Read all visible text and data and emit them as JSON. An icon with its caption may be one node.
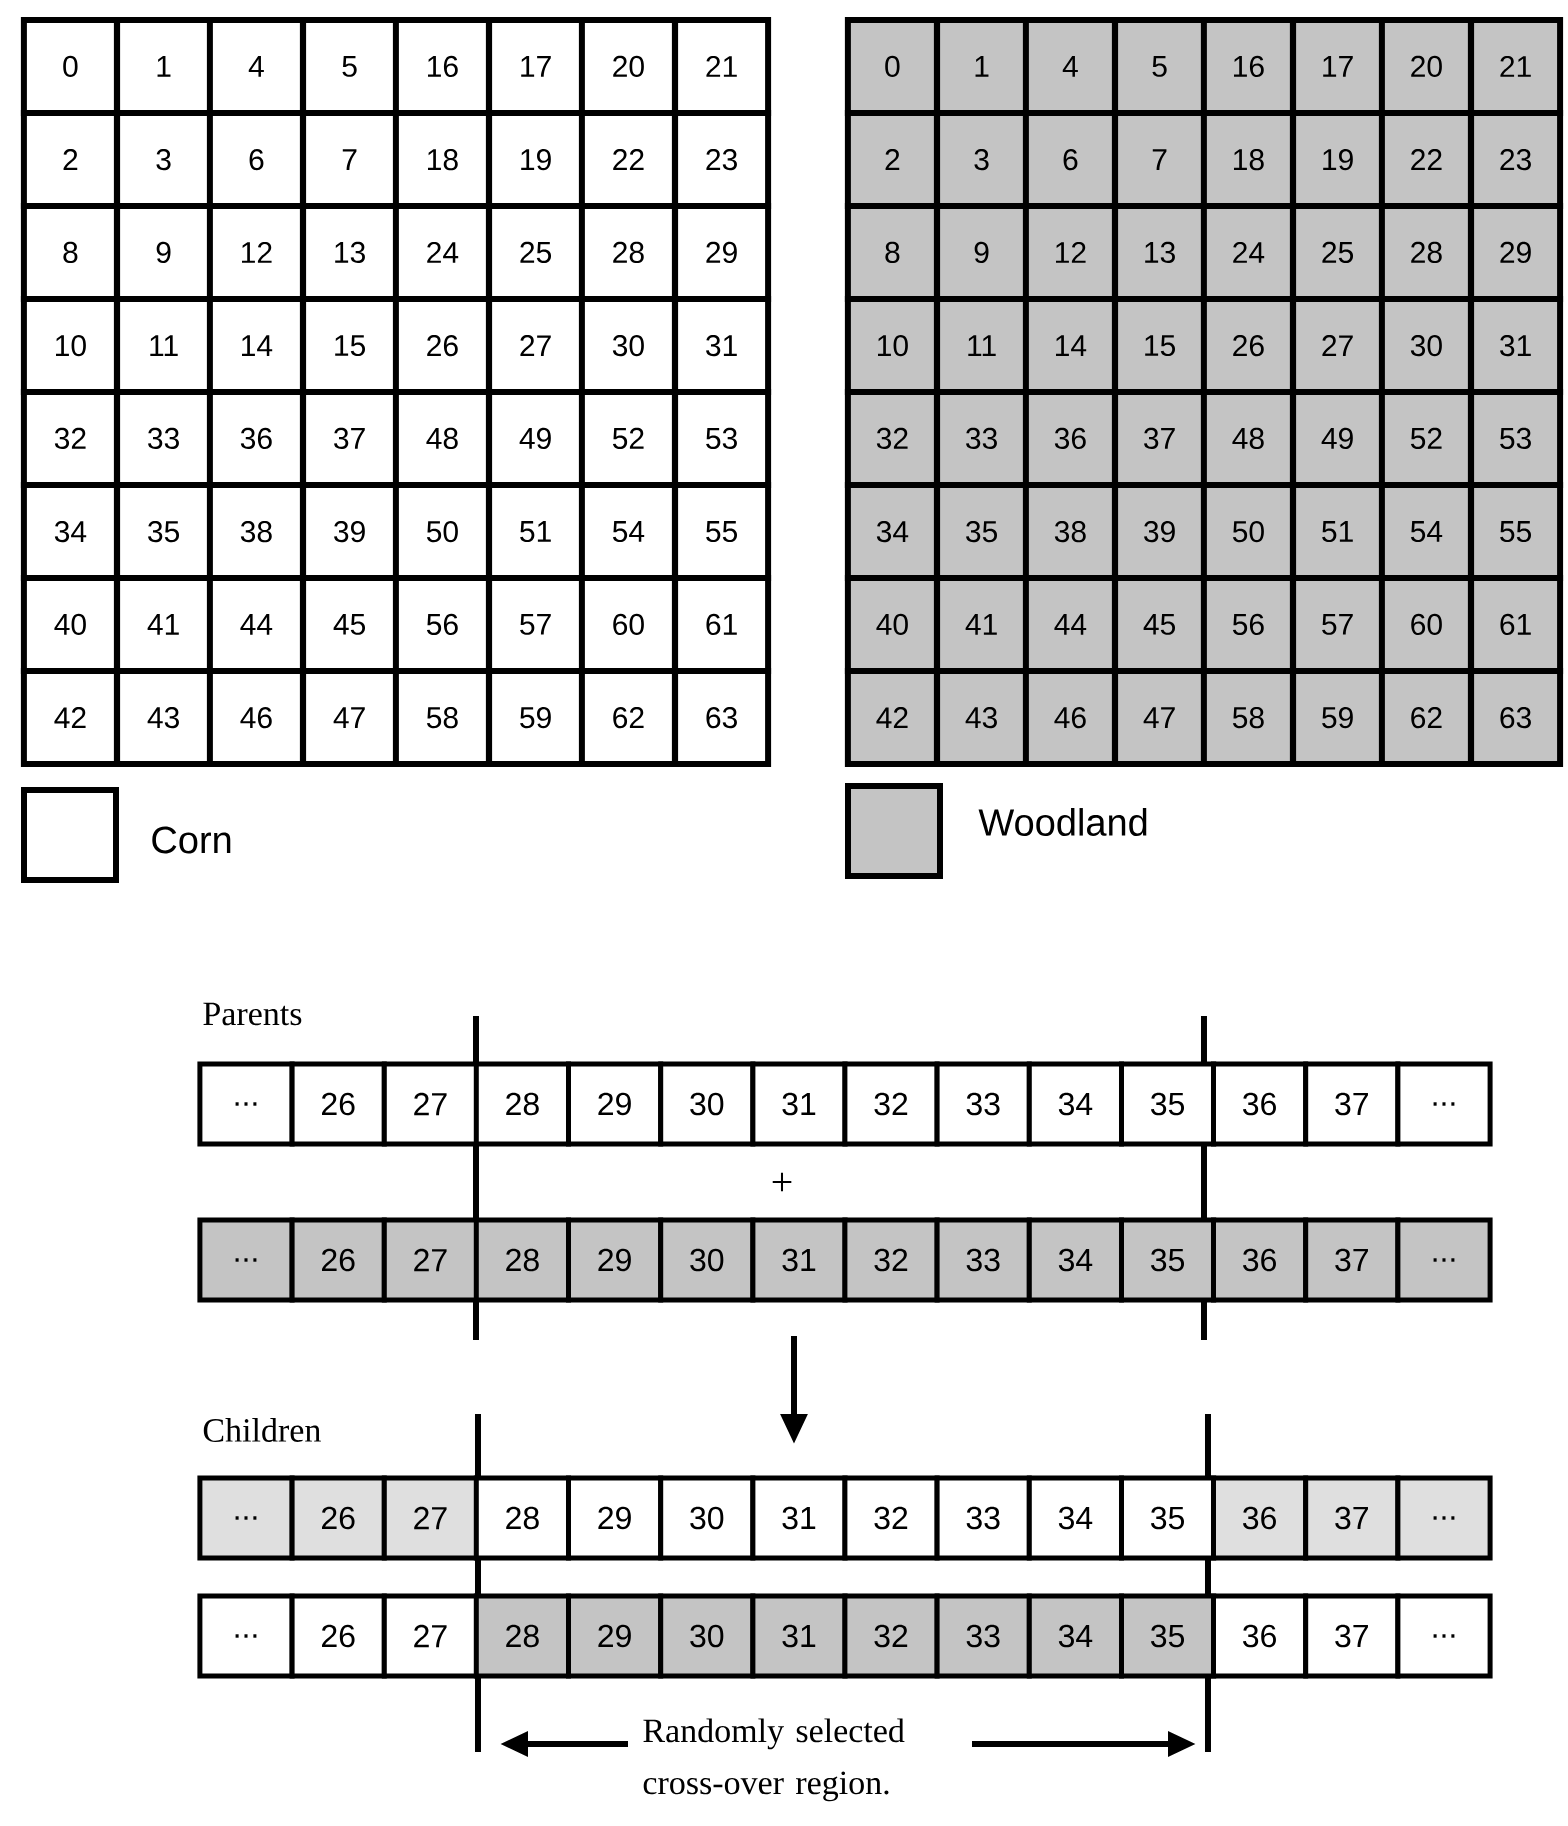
{
  "diagram": {
    "labels": [
      "0",
      "1",
      "4",
      "5",
      "16",
      "17",
      "20",
      "21",
      "2",
      "3",
      "6",
      "7",
      "18",
      "19",
      "22",
      "23",
      "8",
      "9",
      "12",
      "13",
      "24",
      "25",
      "28",
      "29",
      "10",
      "11",
      "14",
      "15",
      "26",
      "27",
      "30",
      "31",
      "32",
      "33",
      "36",
      "37",
      "48",
      "49",
      "52",
      "53",
      "34",
      "35",
      "38",
      "39",
      "50",
      "51",
      "54",
      "55",
      "40",
      "41",
      "44",
      "45",
      "56",
      "57",
      "60",
      "61",
      "42",
      "43",
      "46",
      "47",
      "58",
      "59",
      "62",
      "63",
      "0",
      "1",
      "4",
      "5",
      "16",
      "17",
      "20",
      "21",
      "2",
      "3",
      "6",
      "7",
      "18",
      "19",
      "22",
      "23",
      "8",
      "9",
      "12",
      "13",
      "24",
      "25",
      "28",
      "29",
      "10",
      "11",
      "14",
      "15",
      "26",
      "27",
      "30",
      "31",
      "32",
      "33",
      "36",
      "37",
      "48",
      "49",
      "52",
      "53",
      "34",
      "35",
      "38",
      "39",
      "50",
      "51",
      "54",
      "55",
      "40",
      "41",
      "44",
      "45",
      "56",
      "57",
      "60",
      "61",
      "42",
      "43",
      "46",
      "47",
      "58",
      "59",
      "62",
      "63",
      "Parents",
      "...",
      "26",
      "27",
      "28",
      "29",
      "30",
      "31",
      "32",
      "33",
      "34",
      "35",
      "36",
      "37",
      "...",
      "+",
      "...",
      "26",
      "27",
      "28",
      "29",
      "30",
      "31",
      "32",
      "33",
      "34",
      "35",
      "36",
      "37",
      "...",
      "Children",
      "...",
      "26",
      "27",
      "28",
      "29",
      "30",
      "31",
      "32",
      "33",
      "34",
      "35",
      "36",
      "37",
      "...",
      "...",
      "26",
      "27",
      "28",
      "29",
      "30",
      "31",
      "32",
      "33",
      "34",
      "35",
      "36",
      "37",
      "...",
      "Randomly selected cross-over region."
    ],
    "legend": [
      {
        "text": "Corn"
      },
      {
        "text": "Woodland",
        "color": "#c4c4c4"
      }
    ]
  }
}
